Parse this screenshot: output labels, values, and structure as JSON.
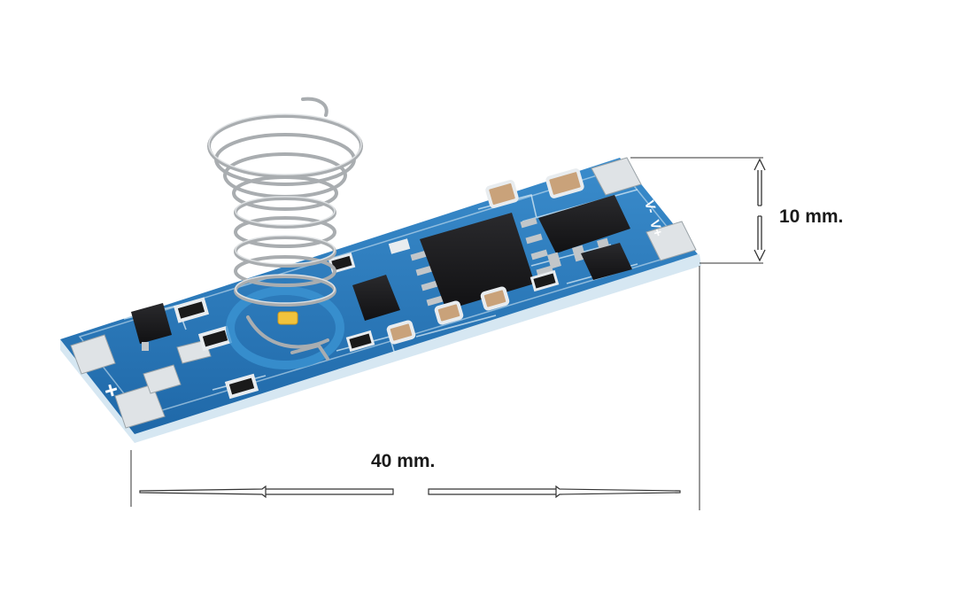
{
  "dimensions": {
    "height": {
      "label": "10 mm."
    },
    "width": {
      "label": "40 mm."
    }
  },
  "board": {
    "pad_marks": {
      "left": "+",
      "right_top": "V-",
      "right_bottom": "V+"
    },
    "colors": {
      "pcb": "#2a7bbf",
      "pcb_dark": "#1e5f97",
      "edge": "#c9e0ef",
      "silkscreen": "#e8f2f8",
      "chip": "#1d1d1f",
      "spring": "#a9adb0",
      "led": "#f1c33c"
    }
  }
}
